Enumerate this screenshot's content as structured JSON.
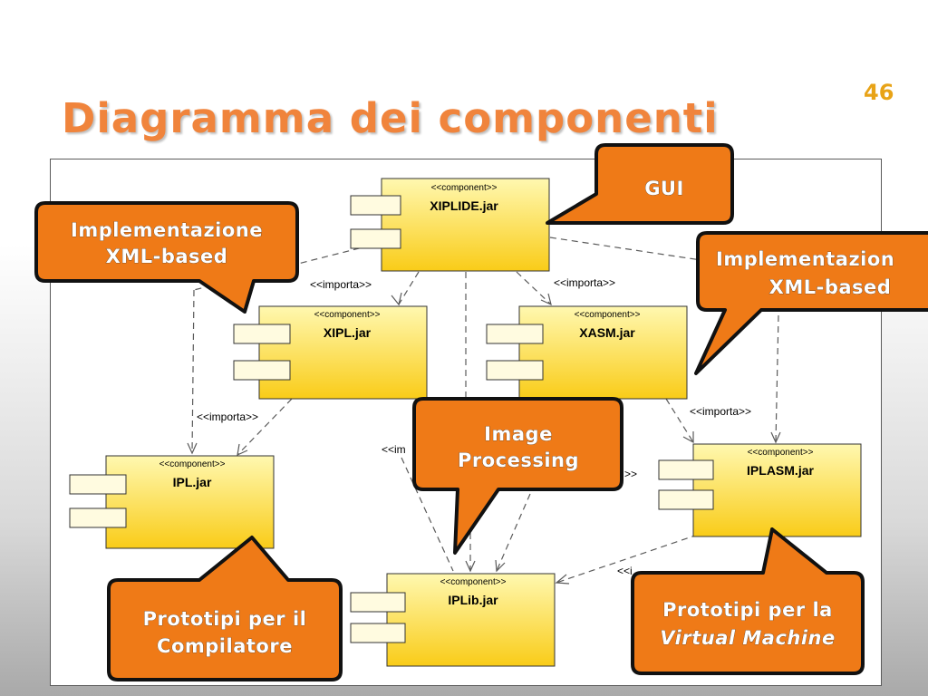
{
  "slide": {
    "title": "Diagramma dei componenti",
    "page_number": "46"
  },
  "components": {
    "xiplide": {
      "stereotype": "<<component>>",
      "name": "XIPLIDE.jar"
    },
    "xipl": {
      "stereotype": "<<component>>",
      "name": "XIPL.jar"
    },
    "xasm": {
      "stereotype": "<<component>>",
      "name": "XASM.jar"
    },
    "ipl": {
      "stereotype": "<<component>>",
      "name": "IPL.jar"
    },
    "iplasm": {
      "stereotype": "<<component>>",
      "name": "IPLASM.jar"
    },
    "iplib": {
      "stereotype": "<<component>>",
      "name": "IPLib.jar"
    }
  },
  "dependency_labels": {
    "xiplide_xipl": "<<importa>>",
    "xiplide_xasm": "<<importa>>",
    "xipl_ipl": "<<importa>>",
    "xasm_iplasm": "<<importa>>",
    "xipl_iplib_partial": "<<im",
    "xasm_iplib_partial": ">>",
    "iplasm_iplib_partial": "<<i"
  },
  "callouts": {
    "gui": {
      "line1": "GUI"
    },
    "impl_left": {
      "line1": "Implementazione",
      "line2": "XML-based"
    },
    "impl_right": {
      "line1": "Implementazion",
      "line2": "XML-based"
    },
    "image_processing": {
      "line1": "Image",
      "line2": "Processing"
    },
    "compiler": {
      "line1": "Prototipi per il",
      "line2": "Compilatore"
    },
    "vm": {
      "line1": "Prototipi per la",
      "line2": "Virtual Machine"
    }
  },
  "colors": {
    "title": "#f0843c",
    "page_number": "#e8a317",
    "callout_fill": "#ef7a17",
    "component_top": "#fff8b0",
    "component_bottom": "#f9cc18"
  }
}
